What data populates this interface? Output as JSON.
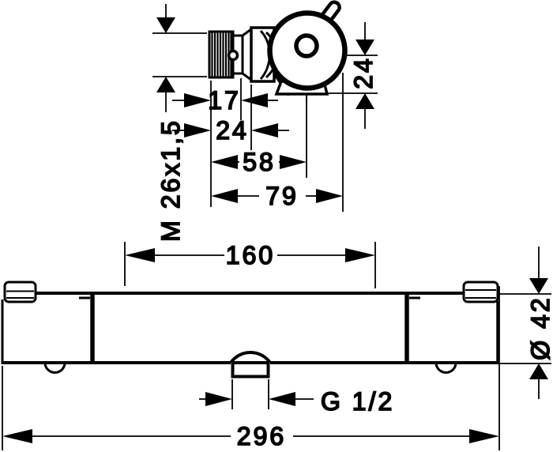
{
  "drawing": {
    "background_color": "#ffffff",
    "line_color": "#000000",
    "top_view": {
      "thread_label": "M 26x1,5",
      "dim_thread_length": "17",
      "dim_collar_depth": "24",
      "dim_outlet_center": "58",
      "dim_overall_depth": "79",
      "dim_outlet_drop": "24"
    },
    "front_view": {
      "dim_connection_centers": "160",
      "dim_overall_width": "296",
      "dim_body_diameter": "Ø 42",
      "outlet_thread_label": "G 1/2"
    }
  }
}
